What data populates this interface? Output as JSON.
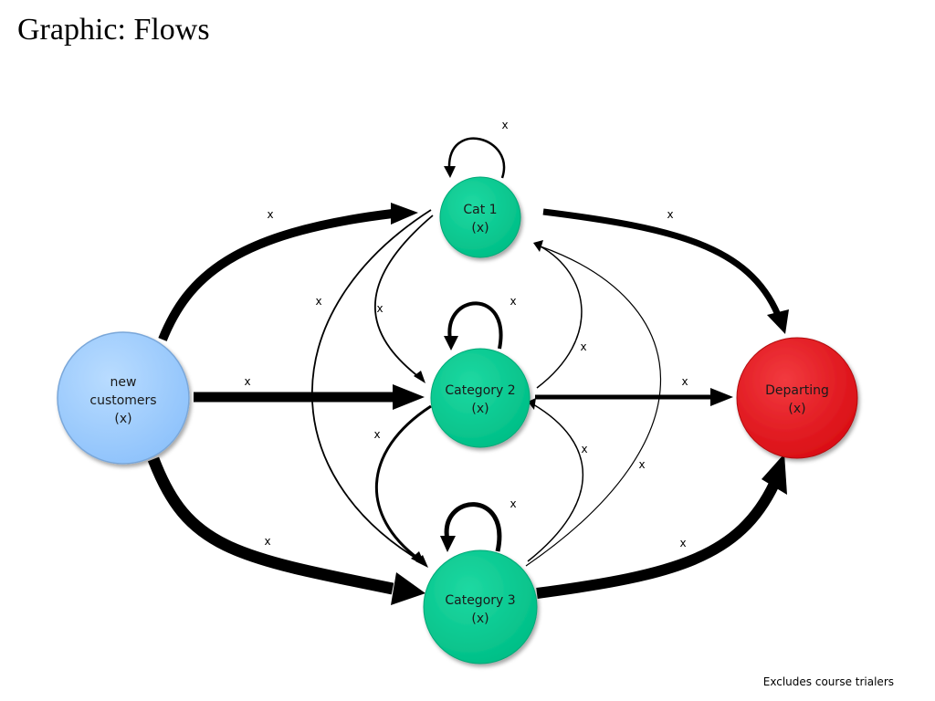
{
  "title": "Graphic: Flows",
  "footnote": "Excludes course trialers",
  "colors": {
    "new_customers": "#9ecbff",
    "category": "#00c98f",
    "departing": "#e8121a",
    "edge": "#000000"
  },
  "nodes": {
    "new_customers": {
      "line1": "new",
      "line2": "customers",
      "line3": "(x)"
    },
    "cat1": {
      "line1": "Cat 1",
      "line2": "(x)"
    },
    "cat2": {
      "line1": "Category 2",
      "line2": "(x)"
    },
    "cat3": {
      "line1": "Category 3",
      "line2": "(x)"
    },
    "departing": {
      "line1": "Departing",
      "line2": "(x)"
    }
  },
  "edges": {
    "new_to_cat1": "x",
    "new_to_cat2": "x",
    "new_to_cat3": "x",
    "cat1_to_departing": "x",
    "cat2_to_departing": "x",
    "cat3_to_departing": "x",
    "cat1_self": "x",
    "cat2_self": "x",
    "cat3_self": "x",
    "cat1_to_cat2": "x",
    "cat1_to_cat3": "x",
    "cat2_to_cat3": "x",
    "cat2_to_cat1": "x",
    "cat3_to_cat2": "x",
    "cat3_to_cat1": "x"
  }
}
